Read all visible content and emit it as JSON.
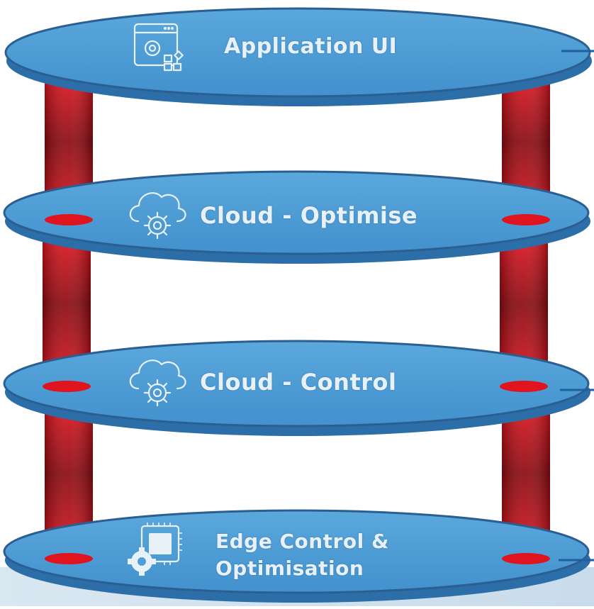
{
  "diagram": {
    "layers": [
      {
        "id": "application-ui",
        "label": "Application UI",
        "icon": "app-settings-icon"
      },
      {
        "id": "cloud-optimise",
        "label": "Cloud - Optimise",
        "icon": "cloud-gear-icon"
      },
      {
        "id": "cloud-control",
        "label": "Cloud - Control",
        "icon": "cloud-gear-icon"
      },
      {
        "id": "edge-control",
        "label_line1": "Edge Control &",
        "label_line2": "Optimisation",
        "icon": "chip-gear-icon"
      }
    ],
    "colors": {
      "disc_top": "#4e9fd6",
      "disc_edge": "#2c6ea8",
      "pillar": "#c4121a",
      "label": "#e8f1f8"
    }
  }
}
